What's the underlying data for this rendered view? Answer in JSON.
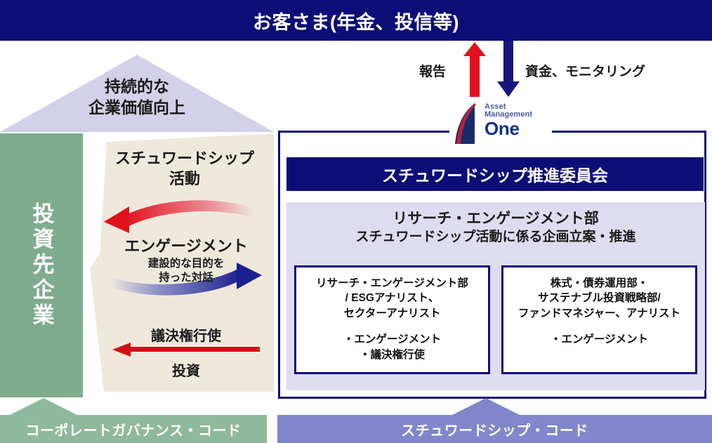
{
  "top_banner": {
    "title": "お客さま(年金、投信等)"
  },
  "flows": {
    "report_label": "報告",
    "funds_label": "資金、モニタリング",
    "report_arrow": "arrow-up-red",
    "funds_arrow": "arrow-down-navy"
  },
  "logo": {
    "line1": "Asset",
    "line2": "Management",
    "line3": "One"
  },
  "left": {
    "value_triangle": "持続的な\n企業価値向上",
    "investee": "投資先企業",
    "stewardship_activity": "スチュワードシップ\n活動",
    "engagement_title": "エンゲージメント",
    "engagement_sub": "建設的な目的を\n持った対話",
    "voting": "議決権行使",
    "investment": "投資"
  },
  "right": {
    "committee": "スチュワードシップ推進委員会",
    "research_dept": "リサーチ・エンゲージメント部",
    "research_sub": "スチュワードシップ活動に係る企画立案・推進",
    "teams": [
      {
        "head": "リサーチ・エンゲージメント部\n/ ESGアナリスト、\nセクターアナリスト",
        "bullets": "・エンゲージメント\n・議決権行使"
      },
      {
        "head": "株式・債券運用部・\nサステナブル投資戦略部/\nファンドマネジャー、アナリスト",
        "bullets": "・エンゲージメント"
      }
    ]
  },
  "bottom": {
    "governance_code": "コーポレートガバナンス・コード",
    "stewardship_code": "スチュワードシップ・コード"
  },
  "colors": {
    "navy": "#0d0d78",
    "red": "#e1121c",
    "green": "#7fab8e",
    "green_light": "#8fb99c",
    "lavender": "#dedcf0",
    "purple": "#8187ca",
    "beige": "#efe9dc",
    "triangle_lavender": "#d3d0ea"
  }
}
